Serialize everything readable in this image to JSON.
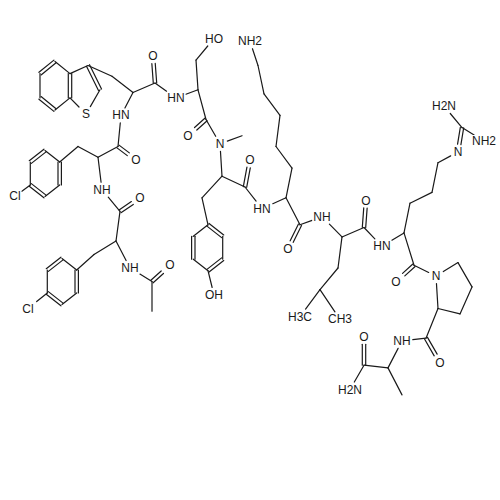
{
  "diagram": {
    "labels": [
      "NH2",
      "HO",
      "O",
      "S",
      "HN",
      "HN",
      "H2N",
      "O",
      "NH2",
      "N",
      "N",
      "O",
      "O",
      "NH",
      "Cl",
      "O",
      "O",
      "HN",
      "NH",
      "HN",
      "O",
      "NH",
      "O",
      "O",
      "N",
      "OH",
      "Cl",
      "H3C",
      "CH3",
      "O",
      "NH",
      "O",
      "H2N"
    ]
  }
}
